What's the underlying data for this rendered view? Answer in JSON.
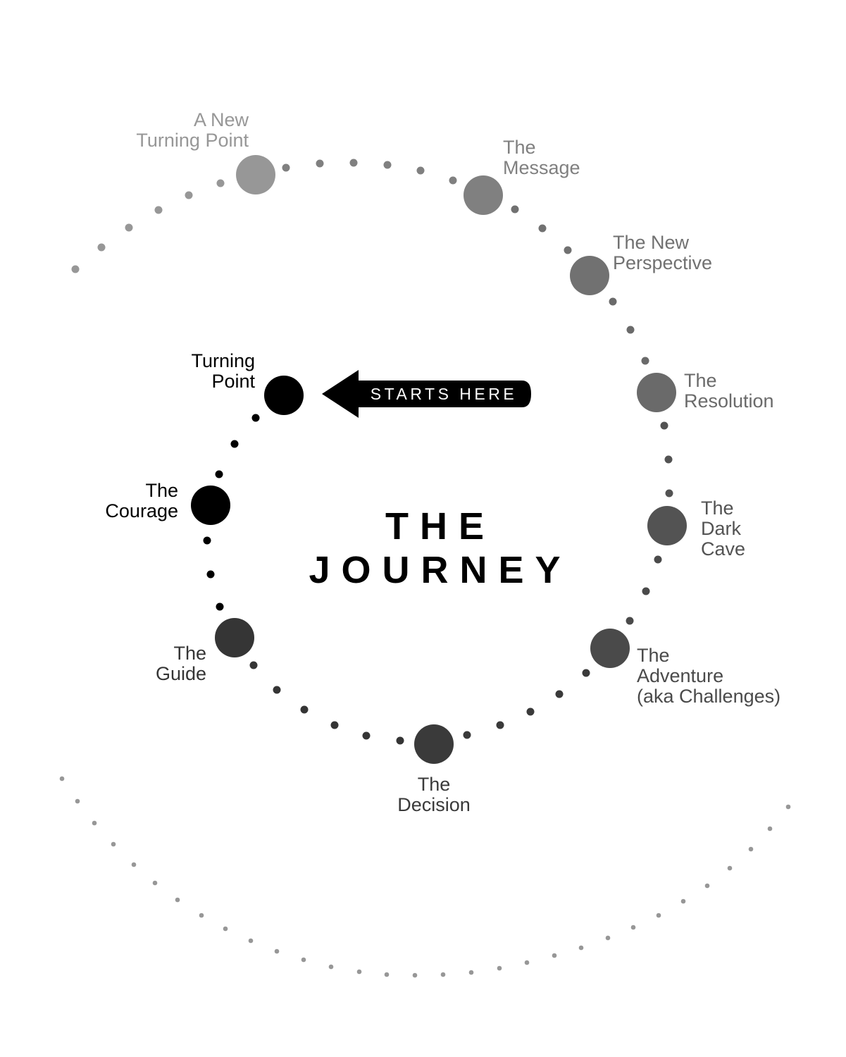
{
  "title": {
    "line1": "THE",
    "line2": "JOURNEY"
  },
  "start_marker": {
    "text": "STARTS HERE",
    "color": "#000000"
  },
  "stages": [
    {
      "key": "turning-point",
      "lines": [
        "Turning",
        "Point"
      ],
      "color": "#000000"
    },
    {
      "key": "courage",
      "lines": [
        "The",
        "Courage"
      ],
      "color": "#000000"
    },
    {
      "key": "guide",
      "lines": [
        "The",
        "Guide"
      ],
      "color": "#353535"
    },
    {
      "key": "decision",
      "lines": [
        "The",
        "Decision"
      ],
      "color": "#3a3a3a"
    },
    {
      "key": "adventure",
      "lines": [
        "The",
        "Adventure",
        "(aka Challenges)"
      ],
      "color": "#4a4a4a"
    },
    {
      "key": "dark-cave",
      "lines": [
        "The",
        "Dark",
        "Cave"
      ],
      "color": "#535353"
    },
    {
      "key": "resolution",
      "lines": [
        "The",
        "Resolution"
      ],
      "color": "#6a6a6a"
    },
    {
      "key": "new-perspective",
      "lines": [
        "The New",
        "Perspective"
      ],
      "color": "#717171"
    },
    {
      "key": "message",
      "lines": [
        "The",
        "Message"
      ],
      "color": "#808080"
    },
    {
      "key": "new-turning-point",
      "lines": [
        "A New",
        "Turning Point"
      ],
      "color": "#979797"
    }
  ],
  "outer_dots_color": "#979797"
}
